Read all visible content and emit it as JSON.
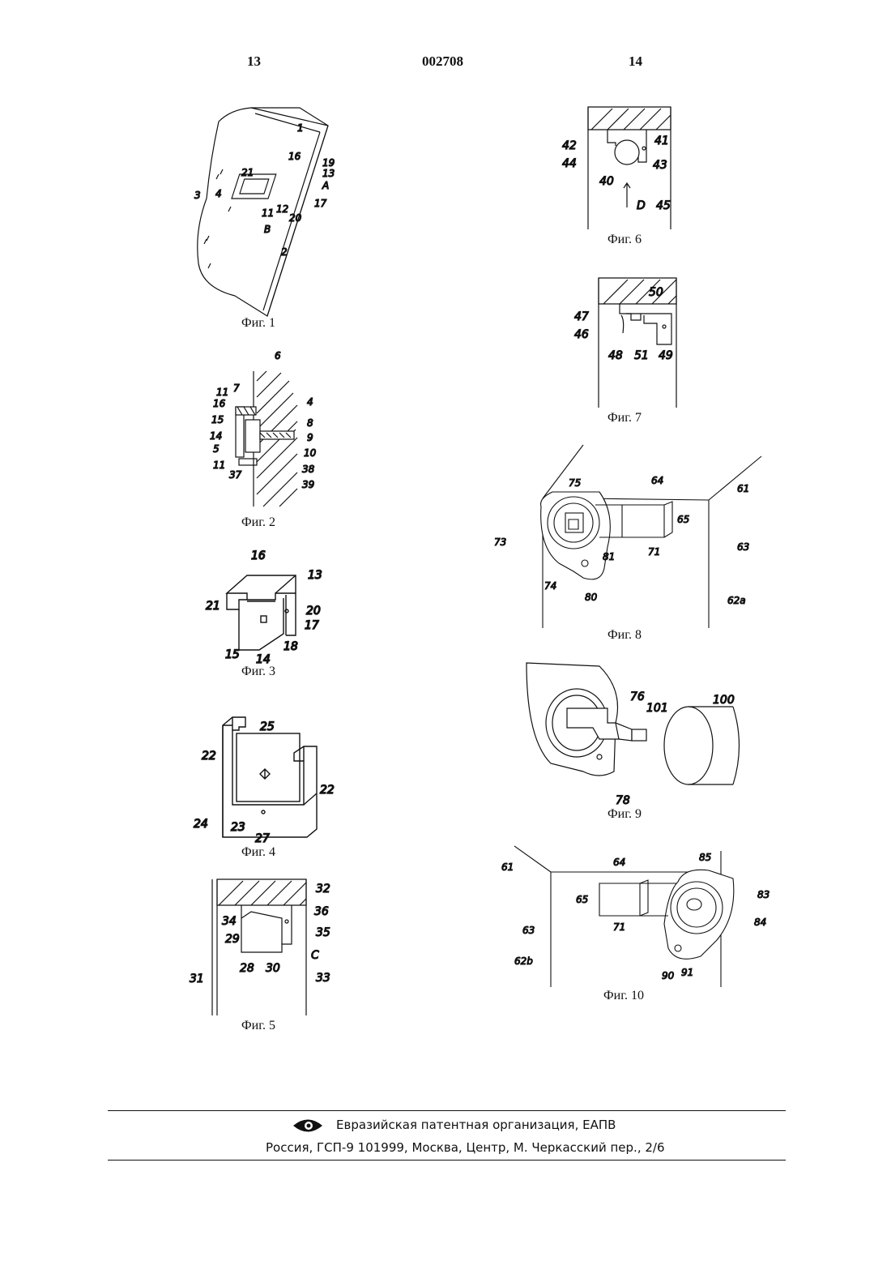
{
  "header": {
    "left_page": "13",
    "doc_number": "002708",
    "right_page": "14"
  },
  "figures": {
    "fig1": {
      "caption": "Фиг. 1",
      "labels": [
        "1",
        "3",
        "16",
        "19",
        "21",
        "13",
        "4",
        "A",
        "17",
        "11",
        "12",
        "20",
        "B",
        "2"
      ]
    },
    "fig2": {
      "caption": "Фиг. 2",
      "labels": [
        "6",
        "7",
        "11",
        "16",
        "4",
        "15",
        "8",
        "14",
        "9",
        "5",
        "10",
        "11",
        "37",
        "38",
        "39"
      ]
    },
    "fig3": {
      "caption": "Фиг. 3",
      "labels": [
        "16",
        "13",
        "21",
        "20",
        "17",
        "15",
        "14",
        "18"
      ]
    },
    "fig4": {
      "caption": "Фиг. 4",
      "labels": [
        "25",
        "22",
        "22",
        "24",
        "23",
        "27"
      ]
    },
    "fig5": {
      "caption": "Фиг. 5",
      "labels": [
        "32",
        "34",
        "36",
        "29",
        "35",
        "C",
        "28",
        "30",
        "31",
        "33"
      ]
    },
    "fig6": {
      "caption": "Фиг. 6",
      "labels": [
        "42",
        "41",
        "44",
        "43",
        "40",
        "D",
        "45"
      ]
    },
    "fig7": {
      "caption": "Фиг. 7",
      "labels": [
        "50",
        "47",
        "46",
        "48",
        "51",
        "49"
      ]
    },
    "fig8": {
      "caption": "Фиг. 8",
      "labels": [
        "75",
        "64",
        "61",
        "65",
        "73",
        "81",
        "71",
        "63",
        "74",
        "80",
        "62a"
      ]
    },
    "fig9": {
      "caption": "Фиг. 9",
      "labels": [
        "76",
        "101",
        "100",
        "78"
      ]
    },
    "fig10": {
      "caption": "Фиг. 10",
      "labels": [
        "61",
        "64",
        "85",
        "83",
        "65",
        "71",
        "84",
        "63",
        "62b",
        "90",
        "91"
      ]
    }
  },
  "footer": {
    "org_line": "Евразийская патентная организация, ЕАПВ",
    "address_line": "Россия, ГСП-9 101999, Москва, Центр, М. Черкасский пер., 2/6",
    "logo_icon": "eapo-logo-icon"
  }
}
